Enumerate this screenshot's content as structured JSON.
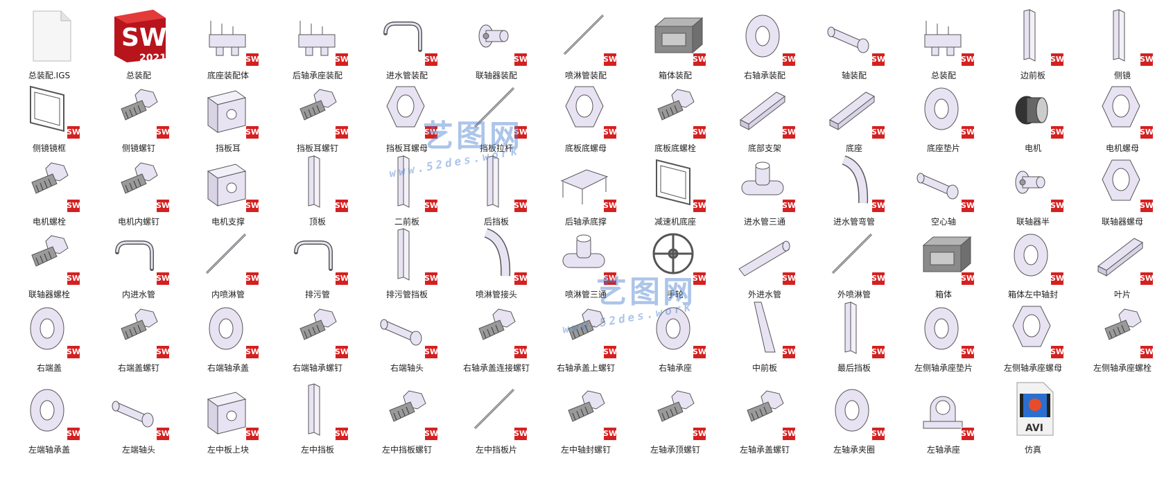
{
  "files": [
    {
      "label": "总装配.IGS",
      "type": "igs"
    },
    {
      "label": "总装配",
      "type": "app"
    },
    {
      "label": "底座装配体",
      "type": "frame"
    },
    {
      "label": "后轴承座装配",
      "type": "frame"
    },
    {
      "label": "进水管装配",
      "type": "pipe"
    },
    {
      "label": "联轴器装配",
      "type": "coupling"
    },
    {
      "label": "喷淋管装配",
      "type": "rod"
    },
    {
      "label": "箱体装配",
      "type": "box"
    },
    {
      "label": "右轴承装配",
      "type": "ring"
    },
    {
      "label": "轴装配",
      "type": "shaft"
    },
    {
      "label": "总装配",
      "type": "frame"
    },
    {
      "label": "边前板",
      "type": "plate"
    },
    {
      "label": "侧镜",
      "type": "plate"
    },
    {
      "label": "侧镜镜框",
      "type": "frameplate"
    },
    {
      "label": "侧镜螺钉",
      "type": "bolt"
    },
    {
      "label": "挡板耳",
      "type": "block"
    },
    {
      "label": "挡板耳螺钉",
      "type": "bolt"
    },
    {
      "label": "挡板耳螺母",
      "type": "nut"
    },
    {
      "label": "挡板拉杆",
      "type": "rod"
    },
    {
      "label": "底板底螺母",
      "type": "nut"
    },
    {
      "label": "底板底螺栓",
      "type": "bolt"
    },
    {
      "label": "底部支架",
      "type": "channel"
    },
    {
      "label": "底座",
      "type": "channel"
    },
    {
      "label": "底座垫片",
      "type": "ring"
    },
    {
      "label": "电机",
      "type": "motor"
    },
    {
      "label": "电机螺母",
      "type": "nut"
    },
    {
      "label": "电机螺栓",
      "type": "bolt"
    },
    {
      "label": "电机内螺钉",
      "type": "bolt"
    },
    {
      "label": "电机支撑",
      "type": "block"
    },
    {
      "label": "顶板",
      "type": "plate"
    },
    {
      "label": "二前板",
      "type": "plate"
    },
    {
      "label": "后挡板",
      "type": "plate"
    },
    {
      "label": "后轴承底撑",
      "type": "table"
    },
    {
      "label": "减速机底座",
      "type": "frameplate"
    },
    {
      "label": "进水管三通",
      "type": "tee"
    },
    {
      "label": "进水管弯管",
      "type": "elbow"
    },
    {
      "label": "空心轴",
      "type": "shaft"
    },
    {
      "label": "联轴器半",
      "type": "coupling"
    },
    {
      "label": "联轴器螺母",
      "type": "nut"
    },
    {
      "label": "联轴器螺栓",
      "type": "bolt"
    },
    {
      "label": "内进水管",
      "type": "pipe"
    },
    {
      "label": "内喷淋管",
      "type": "rod"
    },
    {
      "label": "排污管",
      "type": "pipe"
    },
    {
      "label": "排污管挡板",
      "type": "plate"
    },
    {
      "label": "喷淋管接头",
      "type": "elbow"
    },
    {
      "label": "喷淋管三通",
      "type": "tee"
    },
    {
      "label": "手轮",
      "type": "wheel"
    },
    {
      "label": "外进水管",
      "type": "tube"
    },
    {
      "label": "外喷淋管",
      "type": "rod"
    },
    {
      "label": "箱体",
      "type": "box"
    },
    {
      "label": "箱体左中轴封",
      "type": "ring"
    },
    {
      "label": "叶片",
      "type": "channel"
    },
    {
      "label": "右端盖",
      "type": "ring"
    },
    {
      "label": "右端盖螺钉",
      "type": "bolt"
    },
    {
      "label": "右端轴承盖",
      "type": "ring"
    },
    {
      "label": "右端轴承螺钉",
      "type": "bolt"
    },
    {
      "label": "右端轴头",
      "type": "shaft"
    },
    {
      "label": "右轴承盖连接螺钉",
      "type": "bolt"
    },
    {
      "label": "右轴承盖上螺钉",
      "type": "bolt"
    },
    {
      "label": "右轴承座",
      "type": "ring"
    },
    {
      "label": "中前板",
      "type": "triangle"
    },
    {
      "label": "最后挡板",
      "type": "plate"
    },
    {
      "label": "左侧轴承座垫片",
      "type": "ring"
    },
    {
      "label": "左侧轴承座螺母",
      "type": "nut"
    },
    {
      "label": "左侧轴承座螺栓",
      "type": "bolt"
    },
    {
      "label": "左端轴承盖",
      "type": "ring"
    },
    {
      "label": "左端轴头",
      "type": "shaft"
    },
    {
      "label": "左中板上块",
      "type": "block"
    },
    {
      "label": "左中挡板",
      "type": "plate"
    },
    {
      "label": "左中挡板螺钉",
      "type": "bolt"
    },
    {
      "label": "左中挡板片",
      "type": "rod"
    },
    {
      "label": "左中轴封螺钉",
      "type": "bolt"
    },
    {
      "label": "左轴承顶螺钉",
      "type": "bolt"
    },
    {
      "label": "左轴承盖螺钉",
      "type": "bolt"
    },
    {
      "label": "左轴承夹圈",
      "type": "ring"
    },
    {
      "label": "左轴承座",
      "type": "pillow"
    },
    {
      "label": "仿真",
      "type": "avi"
    }
  ],
  "badge_text": "SW",
  "app_icon_text": "SW",
  "app_icon_year": "2021",
  "avi_text": "AVI",
  "watermark": {
    "title": "艺图网",
    "url": "www.52des.work"
  },
  "colors": {
    "badge": "#d42020",
    "part": "#e4def0",
    "partStroke": "#555"
  }
}
